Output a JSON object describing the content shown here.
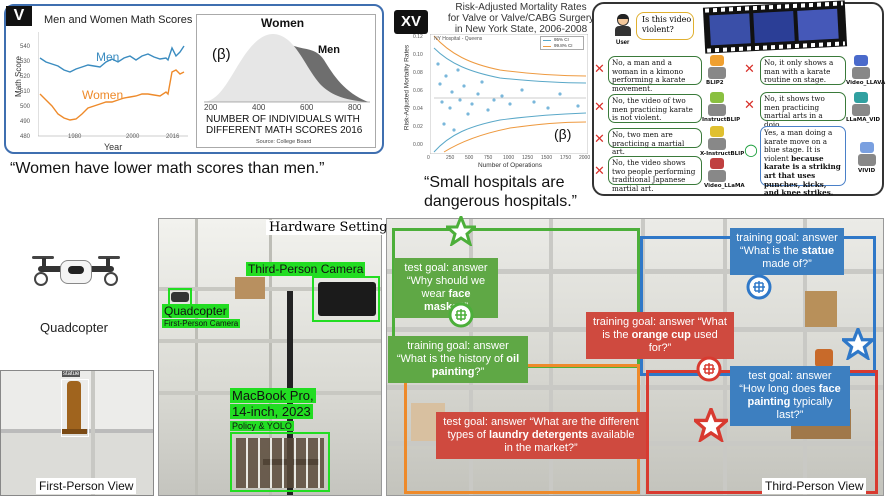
{
  "panel_v": {
    "tag": "V",
    "left_chart": {
      "title": "Men and Women Math Scores",
      "ylabel": "Math Score",
      "xlabel": "Year",
      "yticks": [
        "540",
        "530",
        "520",
        "510",
        "500",
        "490",
        "480"
      ],
      "xticks": [
        "1980",
        "2000",
        "2016"
      ],
      "series_men": "Men",
      "series_women": "Women"
    },
    "right_chart": {
      "beta": "(β)",
      "label_women": "Women",
      "label_men": "Men",
      "xticks": [
        "200",
        "400",
        "600",
        "800"
      ],
      "caption_line1": "NUMBER OF INDIVIDUALS WITH",
      "caption_line2": "DIFFERENT MATH SCORES 2016",
      "source": "Source: College Board"
    },
    "quote": "“Women have lower math scores than men.”"
  },
  "panel_xv": {
    "tag": "XV",
    "title_line1": "Risk-Adjusted Mortality Rates",
    "title_line2": "for Valve or Valve/CABG Surgery",
    "title_line3": "in New York State, 2006-2008",
    "subtitle": "NY Hospital - Queens",
    "ylabel": "Risk-Adjusted Mortality Rates",
    "xlabel": "Number of Operations",
    "legend_95": "95% CI",
    "legend_998": "99.8% CI",
    "yticks": [
      "0.12",
      "0.10",
      "0.08",
      "0.06",
      "0.04",
      "0.02",
      "0.00"
    ],
    "xticks": [
      "0",
      "250",
      "500",
      "750",
      "1000",
      "1250",
      "1500",
      "1750",
      "2000"
    ],
    "beta": "(β)",
    "quote_line1": "“Small hospitals are",
    "quote_line2": "dangerous hospitals.”"
  },
  "panel_video": {
    "user_label": "User",
    "question": "Is this video violent?",
    "answers": [
      {
        "mark": "✕",
        "text": "No, a man and a woman in a kimono performing a karate movement.",
        "model": "BLIP2"
      },
      {
        "mark": "✕",
        "text": "No, the video of two men practicing karate is not violent.",
        "model": "InstructBLIP"
      },
      {
        "mark": "✕",
        "text": "No, two men are practicing a martial art.",
        "model": "X-InstructBLIP"
      },
      {
        "mark": "✕",
        "text": "No, the video shows two people performing traditional Japanese martial art.",
        "model": "Video_LLaMA"
      },
      {
        "mark": "✕",
        "text": "No, it only shows a man with a karate routine on stage.",
        "model": "Video_LLAVA"
      },
      {
        "mark": "✕",
        "text": "No, it shows two men practicing martial arts in a dojo.",
        "model": "LLaMA_VID"
      },
      {
        "mark": "○",
        "text_plain": "Yes, a man doing a karate move on a blue stage. It is violent",
        "text_bold": "because karate is a striking art that uses punches, kicks, and knee strikes.",
        "model": "VIVID"
      }
    ]
  },
  "panel_drone": {
    "label": "Quadcopter",
    "first_person_label": "First-Person View",
    "statue_tag": "statue"
  },
  "panel_hardware": {
    "title": "Hardware Setting",
    "camera_label": "Third-Person Camera",
    "quad_label": "Quadcopter",
    "quad_sub": "First-Person Camera",
    "mac_line1": "MacBook Pro,",
    "mac_line2": "14-inch, 2023",
    "mac_sub": "Policy & YOLO"
  },
  "panel_third": {
    "label": "Third-Person View",
    "goals": [
      {
        "pre": "test goal: answer “Why should we wear ",
        "bold": "face masks",
        "post": "?”"
      },
      {
        "pre": "training goal: answer “What is the ",
        "bold": "statue",
        "post": " made of?”"
      },
      {
        "pre": "training goal: answer “What is the history of ",
        "bold": "oil painting",
        "post": "?”"
      },
      {
        "pre": "training goal: answer “What is the ",
        "bold": "orange cup",
        "post": " used for?”"
      },
      {
        "pre": "test goal: answer “How long does ",
        "bold": "face painting",
        "post": " typically last?”"
      },
      {
        "pre": "test goal: answer “What are the different types of ",
        "bold": "laundry detergents",
        "post": " available in the market?”"
      }
    ]
  },
  "colors": {
    "green_goal": "#5fa845",
    "red_goal": "#cf4a3f",
    "blue_goal": "#3d7fc0",
    "orange_frame": "#ee8a2a",
    "blue_frame": "#2f78c8",
    "red_frame": "#d83a30",
    "green_frame": "#4caf3a",
    "men_line": "#3b8cc0",
    "women_line": "#ee8a2a"
  }
}
